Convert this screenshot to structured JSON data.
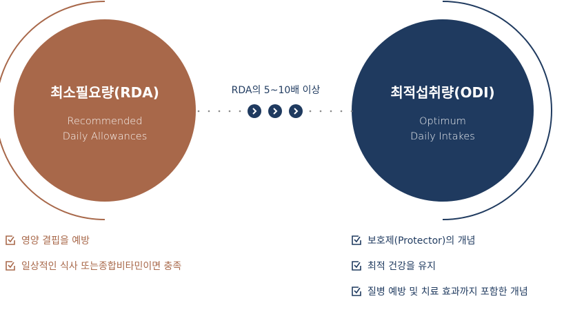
{
  "rda": {
    "title": "최소필요량(RDA)",
    "subtitle_line1": "Recommended",
    "subtitle_line2": "Daily Allowances",
    "color": "#a8684a",
    "items": [
      "영양 결핍을 예방",
      "일상적인 식사 또는종합비타민이면 충족"
    ]
  },
  "odi": {
    "title": "최적섭취량(ODI)",
    "subtitle_line1": "Optimum",
    "subtitle_line2": "Daily Intakes",
    "color": "#1f3a5f",
    "items": [
      "보호제(Protector)의 개념",
      "최적 건강을 유지",
      "질병 예방 및 치료 효과까지 포함한 개념"
    ]
  },
  "connector": {
    "label": "RDA의 5~10배 이상"
  }
}
